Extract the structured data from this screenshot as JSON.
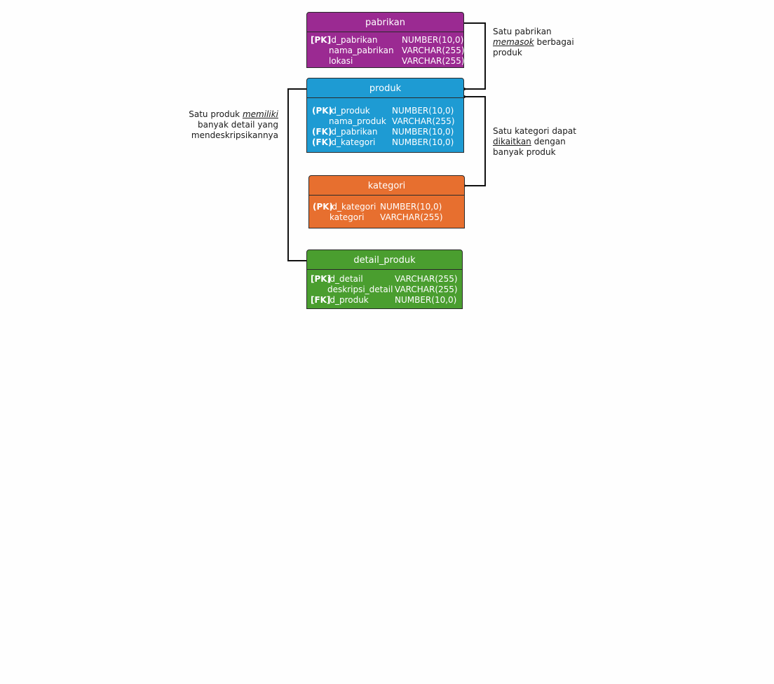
{
  "colors": {
    "pabrikan": "#9b2a92",
    "produk": "#1e9bd3",
    "kategori": "#e76f2f",
    "detail_produk": "#4a9e2f",
    "line": "#111111"
  },
  "entities": {
    "pabrikan": {
      "title": "pabrikan",
      "rows": [
        {
          "key": "[PK]",
          "name": "id_pabrikan",
          "type": "NUMBER(10,0)"
        },
        {
          "key": "",
          "name": "nama_pabrikan",
          "type": "VARCHAR(255)"
        },
        {
          "key": "",
          "name": "lokasi",
          "type": "VARCHAR(255)"
        }
      ]
    },
    "produk": {
      "title": "produk",
      "rows": [
        {
          "key": "(PK)",
          "name": "id_produk",
          "type": "NUMBER(10,0)"
        },
        {
          "key": "",
          "name": "nama_produk",
          "type": "VARCHAR(255)"
        },
        {
          "key": "(FK)",
          "name": "id_pabrikan",
          "type": "NUMBER(10,0)"
        },
        {
          "key": "(FK)",
          "name": "id_kategori",
          "type": "NUMBER(10,0)"
        }
      ]
    },
    "kategori": {
      "title": "kategori",
      "rows": [
        {
          "key": "(PK)",
          "name": "id_kategori",
          "type": "NUMBER(10,0)"
        },
        {
          "key": "",
          "name": "kategori",
          "type": "VARCHAR(255)"
        }
      ]
    },
    "detail_produk": {
      "title": "detail_produk",
      "rows": [
        {
          "key": "[PK]",
          "name": "id_detail",
          "type": "VARCHAR(255)"
        },
        {
          "key": "",
          "name": "deskripsi_detail",
          "type": "VARCHAR(255)"
        },
        {
          "key": "[FK]",
          "name": "id_produk",
          "type": "NUMBER(10,0)"
        }
      ]
    }
  },
  "notes": {
    "pabrikan_produk": {
      "pre": "Satu pabrikan",
      "emph": "memasok",
      "post": " berbagai",
      "last": "produk"
    },
    "kategori_produk": {
      "pre": "Satu kategori dapat",
      "emph": "dikaitkan",
      "post": " dengan",
      "last": "banyak produk"
    },
    "produk_detail": {
      "pre": "Satu produk ",
      "emph": "memiliki",
      "line2": "banyak detail yang",
      "line3": "mendeskripsikannya"
    }
  }
}
